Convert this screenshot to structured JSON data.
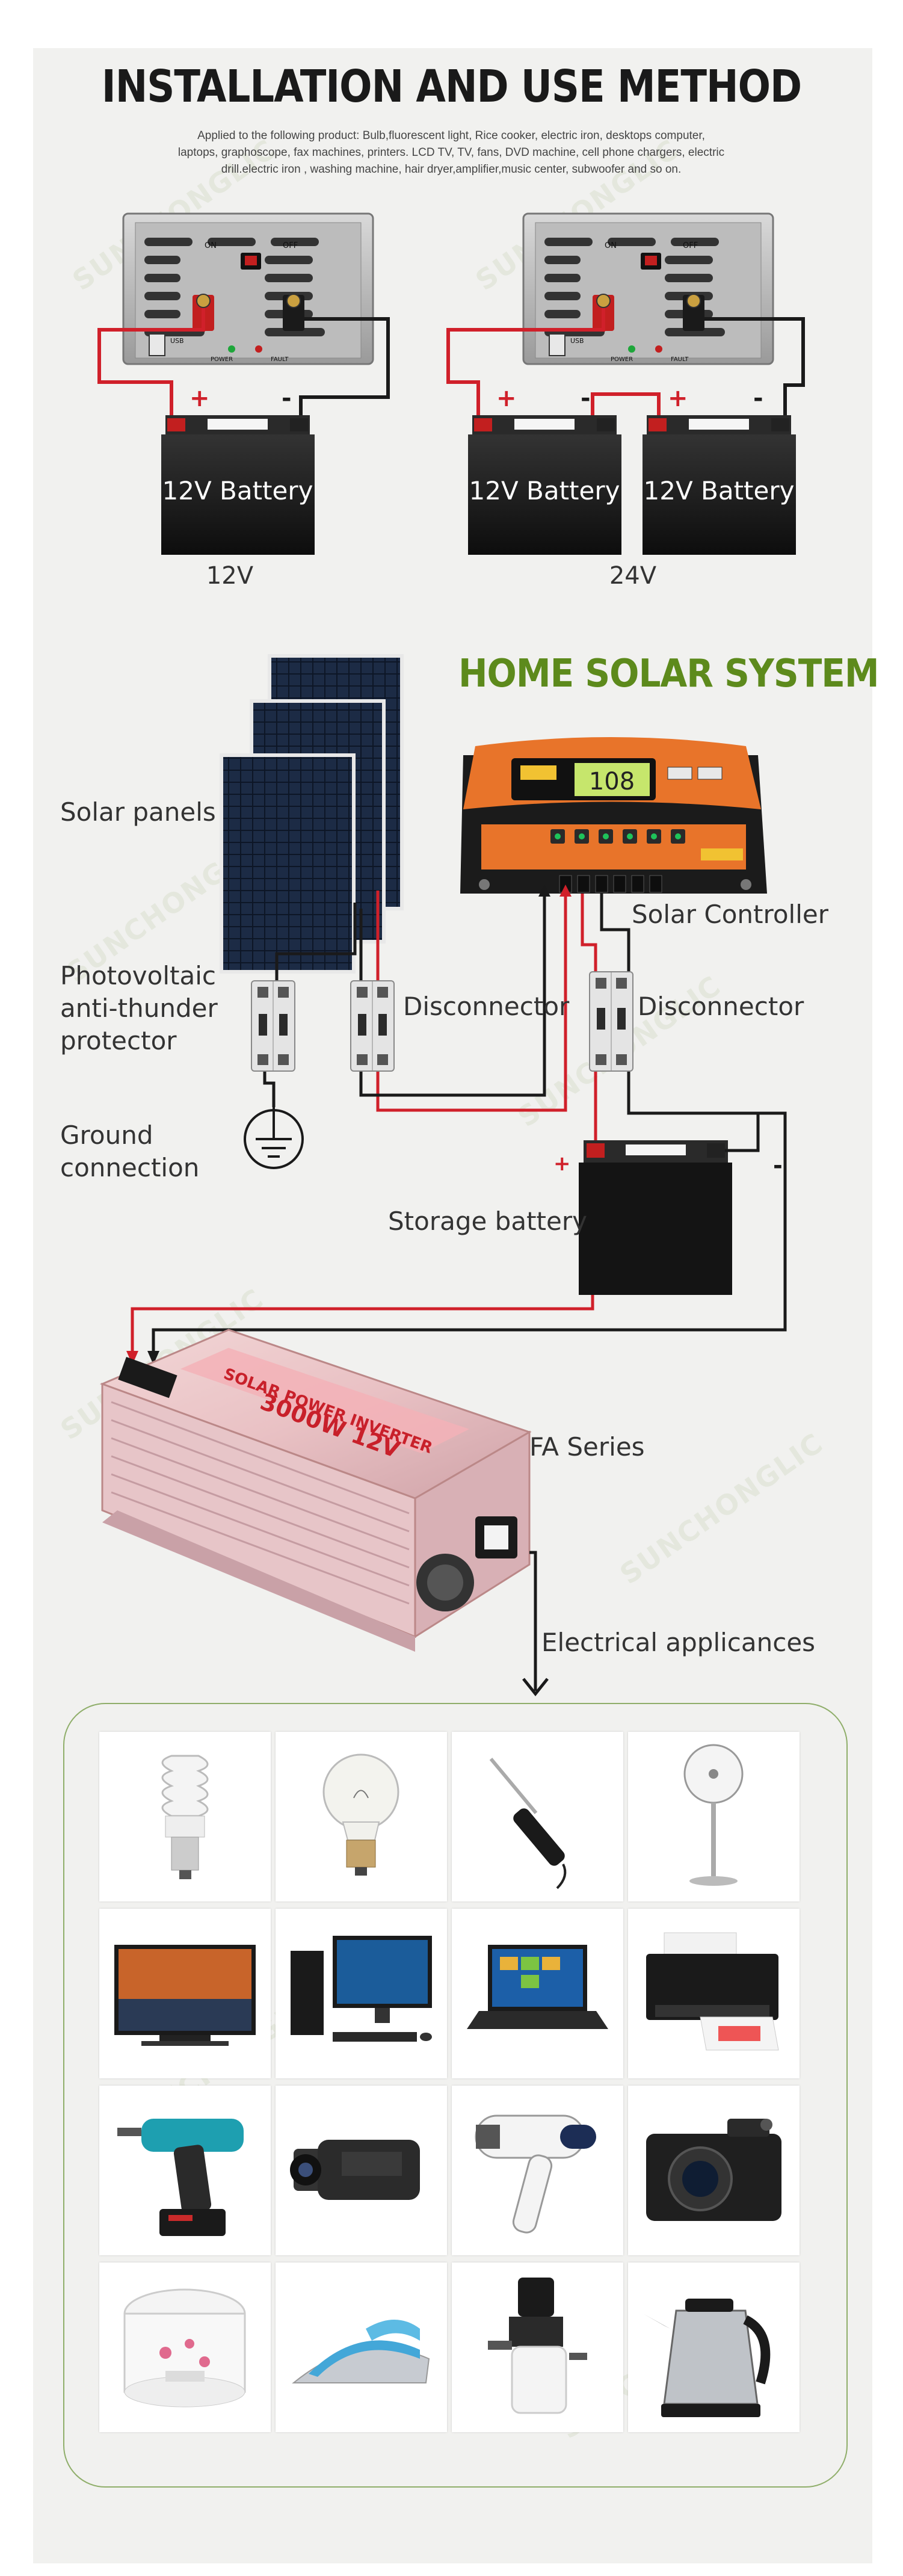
{
  "header": {
    "title": "INSTALLATION AND USE METHOD",
    "subtitle_lines": [
      "Applied to the following product:  Bulb,fluorescent light, Rice cooker, electric iron, desktops computer,",
      "laptops, graphoscope, fax machines, printers. LCD TV, TV, fans, DVD machine, cell phone chargers, electric",
      "drill.electric iron , washing machine, hair dryer,amplifier,music center, subwoofer and so on."
    ]
  },
  "watermark": "SUNCHONGLIC",
  "install": {
    "battery_label": "12V Battery",
    "plus_sign": "+",
    "minus_sign": "-",
    "inverter_on": "ON",
    "inverter_off": "OFF",
    "inverter_usb": "USB",
    "inverter_power": "POWER",
    "inverter_fault": "FAULT",
    "voltage_12": "12V",
    "voltage_24": "24V"
  },
  "solar": {
    "title": "HOME SOLAR SYSTEM",
    "solar_panels": "Solar panels",
    "solar_controller": "Solar Controller",
    "controller_display": "108",
    "pv_protector_lines": [
      "Photovoltaic",
      "anti-thunder",
      "protector"
    ],
    "disconnector": "Disconnector",
    "ground_lines": [
      "Ground",
      "connection"
    ],
    "storage_battery": "Storage battery",
    "fa_series": "FA Series",
    "inverter_print_1": "SOLAR POWER INVERTER",
    "inverter_print_2": "3000W 12V",
    "electrical_appliances": "Electrical applicances"
  },
  "appliances": [
    "cfl-bulb-icon",
    "incandescent-bulb-icon",
    "soldering-iron-icon",
    "standing-fan-icon",
    "lcd-tv-icon",
    "desktop-computer-icon",
    "laptop-icon",
    "printer-icon",
    "cordless-drill-icon",
    "camcorder-icon",
    "hair-dryer-icon",
    "camera-icon",
    "rice-cooker-icon",
    "clothes-iron-icon",
    "juicer-icon",
    "electric-kettle-icon"
  ],
  "colors": {
    "background": "#f1f1ef",
    "wire_red": "#d0202a",
    "wire_black": "#1a1a1a",
    "accent_green": "#5d8a1c",
    "frame_green": "#8fae6a"
  }
}
